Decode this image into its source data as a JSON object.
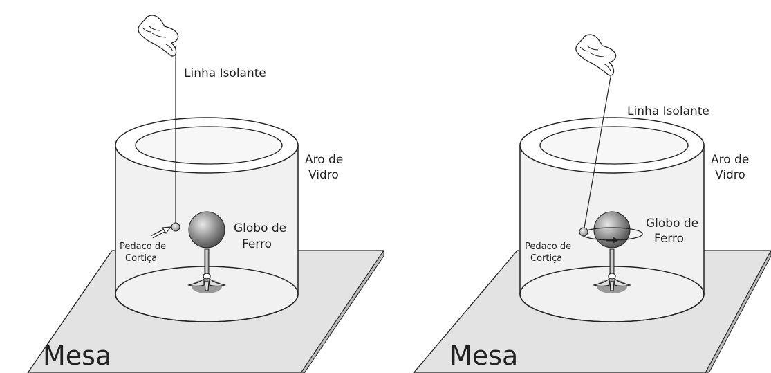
{
  "panels": [
    {
      "thread_label": "Linha Isolante",
      "ring_label": [
        "Aro de",
        "Vidro"
      ],
      "globe_label": [
        "Globo de",
        "Ferro"
      ],
      "cork_label": [
        "Pedaço de",
        "Cortiça"
      ],
      "table_label": "Mesa"
    },
    {
      "thread_label": "Linha Isolante",
      "ring_label": [
        "Aro de",
        "Vidro"
      ],
      "globe_label": [
        "Globo de",
        "Ferro"
      ],
      "cork_label": [
        "Pedaço de",
        "Cortiça"
      ],
      "table_label": "Mesa"
    }
  ],
  "colors": {
    "ink": "#222222",
    "table_fill": "#e3e3e3",
    "glass_fill": "#f1f1f1",
    "shadow": "#9a9a9a"
  },
  "icons": [
    "hand-icon",
    "arrow-icon"
  ]
}
